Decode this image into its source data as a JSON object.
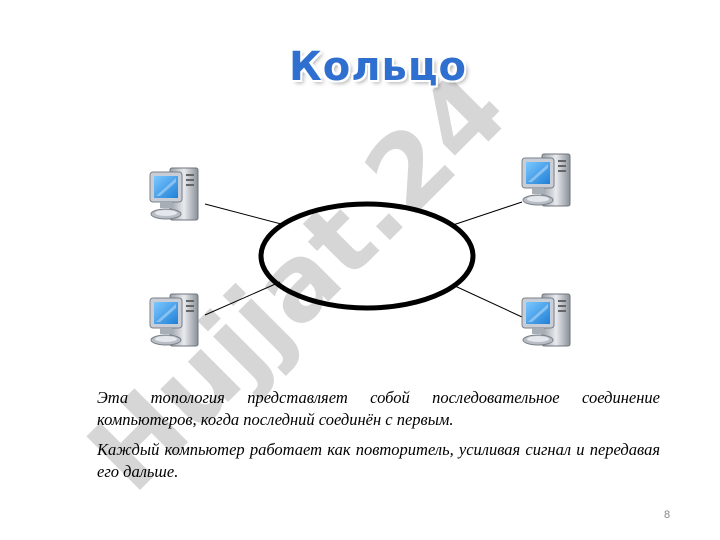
{
  "slide": {
    "title": "Кольцо",
    "paragraphs": [
      "Эта топология представляет собой последовательное соединение компьютеров, когда последний соединён с первым.",
      "Каждый компьютер работает как повторитель, усиливая сигнал и передавая его дальше."
    ],
    "page_number": "8"
  },
  "watermark": {
    "text": "Hujjat.24",
    "color": "#c8c8c8"
  },
  "diagram": {
    "nodes": [
      "computer-top-left",
      "computer-top-right",
      "computer-bottom-left",
      "computer-bottom-right"
    ],
    "ring_color": "#000000",
    "monitor_color": "#3aa0e8"
  }
}
